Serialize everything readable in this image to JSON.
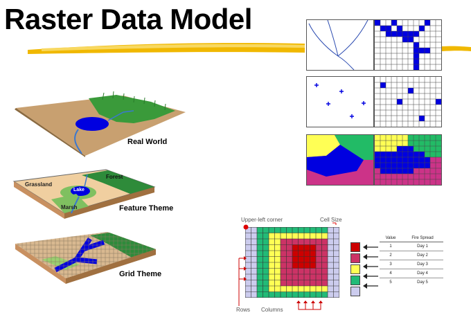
{
  "title": "Raster Data Model",
  "layers": {
    "real_world": "Real World",
    "feature_theme": "Feature Theme",
    "grid_theme": "Grid Theme",
    "terrain_labels": [
      "Grassland",
      "Forest",
      "Lake",
      "Marsh"
    ]
  },
  "annotations": {
    "upper_left_corner": "Upper-left corner",
    "cell_size": "Cell Size",
    "rows": "Rows",
    "columns": "Columns"
  },
  "legend": {
    "headers": [
      "Value",
      "Fire Spread"
    ],
    "rows": [
      {
        "value": "1",
        "label": "Day 1",
        "color": "#cc0000"
      },
      {
        "value": "2",
        "label": "Day 2",
        "color": "#cc3366"
      },
      {
        "value": "3",
        "label": "Day 3",
        "color": "#ffff55"
      },
      {
        "value": "4",
        "label": "Day 4",
        "color": "#22bb77"
      },
      {
        "value": "5",
        "label": "Day 5",
        "color": "#ccccee"
      }
    ]
  },
  "colors": {
    "title_swoosh": "#f0b800",
    "water": "#0000e0",
    "forest": "#3a9a3a",
    "terrain": "#c8a070"
  }
}
